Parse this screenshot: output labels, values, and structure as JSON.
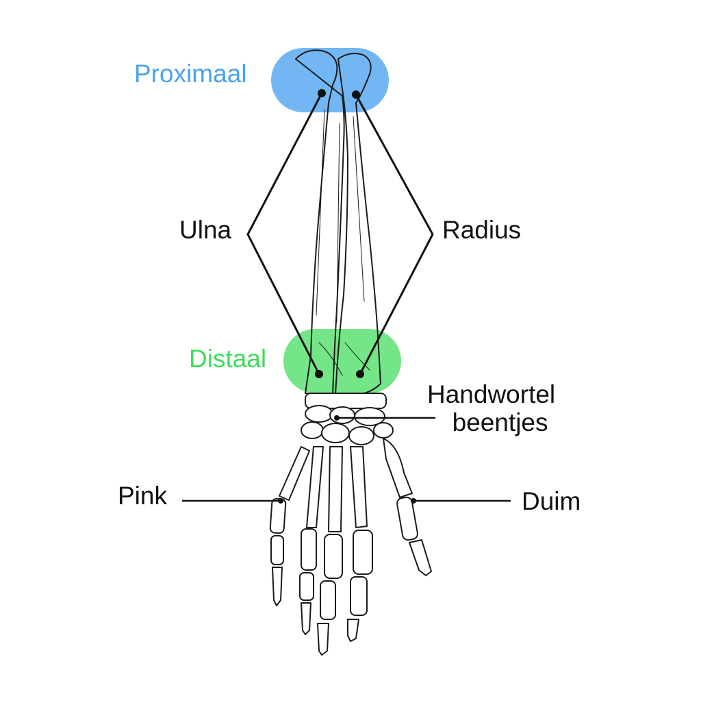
{
  "labels": {
    "proximal": "Proximaal",
    "distal": "Distaal",
    "ulna": "Ulna",
    "radius": "Radius",
    "carpal_line1": "Handwortel",
    "carpal_line2": "beentjes",
    "pinky": "Pink",
    "thumb": "Duim"
  },
  "colors": {
    "proximal": "#4aa3f0",
    "distal": "#3fdc5a",
    "line": "#111111",
    "bone_stroke": "#1a1a1a"
  }
}
